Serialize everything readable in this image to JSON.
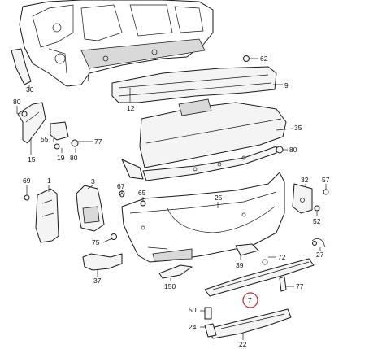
{
  "callouts": {
    "c62": "62",
    "c9": "9",
    "c12": "12",
    "c30": "30",
    "c80a": "80",
    "c55": "55",
    "c77a": "77",
    "c19": "19",
    "c80b": "80",
    "c15": "15",
    "c35": "35",
    "c80c": "80",
    "c69": "69",
    "c1": "1",
    "c3": "3",
    "c67": "67",
    "c65": "65",
    "c25": "25",
    "c32": "32",
    "c57": "57",
    "c52": "52",
    "c75": "75",
    "c27": "27",
    "c39": "39",
    "c72": "72",
    "c37": "37",
    "c150": "150",
    "c77b": "77",
    "c7": "7",
    "c50": "50",
    "c24": "24",
    "c22": "22"
  },
  "highlight": {
    "color": "#c62828",
    "callout": "c7"
  }
}
